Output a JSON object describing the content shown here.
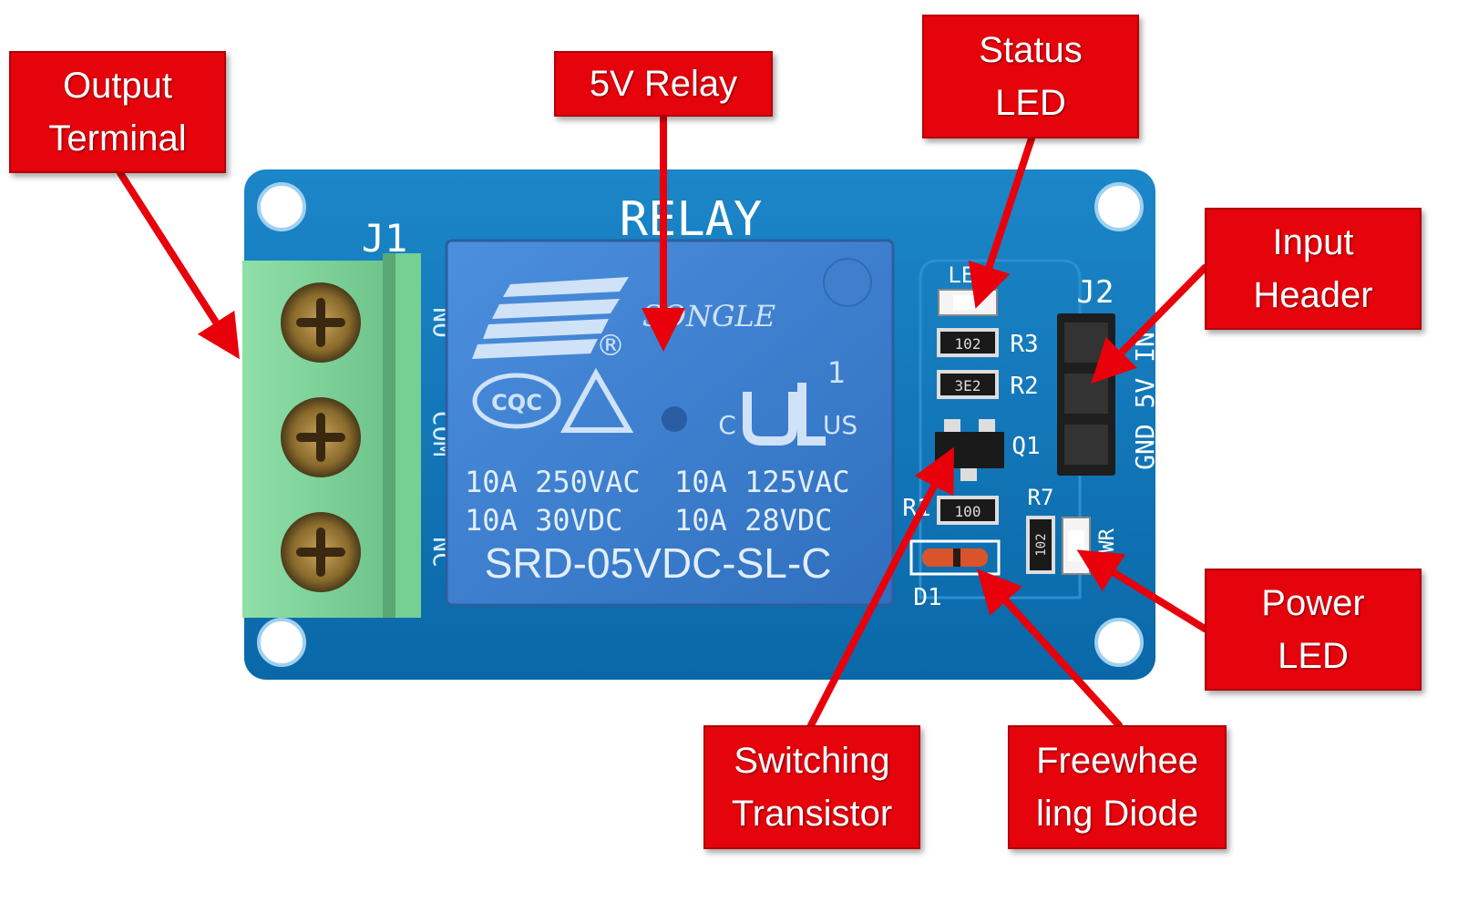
{
  "board": {
    "silkscreen_title": "RELAY",
    "terminal_ref": "J1",
    "terminal_pins": [
      "NO",
      "COM",
      "NC"
    ],
    "header_ref": "J2",
    "header_pins": "GND 5V IN",
    "relay": {
      "brand": "SONGLE",
      "registered": "®",
      "cert_cqc": "CQC",
      "ul_c": "C",
      "ul_us": "US",
      "ul_num": "1",
      "rating_line1_a": "10A 250VAC",
      "rating_line1_b": "10A 125VAC",
      "rating_line2_a": "10A 30VDC",
      "rating_line2_b": "10A 28VDC",
      "model": "SRD-05VDC-SL-C"
    },
    "component_labels": {
      "led": "LED",
      "r3": "R3",
      "r2": "R2",
      "q1": "Q1",
      "r1": "R1",
      "r7": "R7",
      "d1": "D1",
      "pwr": "PWR"
    },
    "smd_codes": {
      "r3": "102",
      "r2": "3E2",
      "r1": "100",
      "r7": "102"
    }
  },
  "callouts": {
    "output_terminal": [
      "Output",
      "Terminal"
    ],
    "relay_5v": [
      "5V Relay"
    ],
    "status_led": [
      "Status",
      "LED"
    ],
    "input_header": [
      "Input",
      "Header"
    ],
    "power_led": [
      "Power",
      "LED"
    ],
    "switching_transistor": [
      "Switching",
      "Transistor"
    ],
    "freewheeling_diode": [
      "Freewhee",
      "ling Diode"
    ]
  },
  "colors": {
    "callout_red": "#e5030c",
    "arrow_red": "#e8000b",
    "pcb_blue": "#0a73b8",
    "relay_blue": "#3a7fd0",
    "terminal_green": "#7fcf9a"
  }
}
